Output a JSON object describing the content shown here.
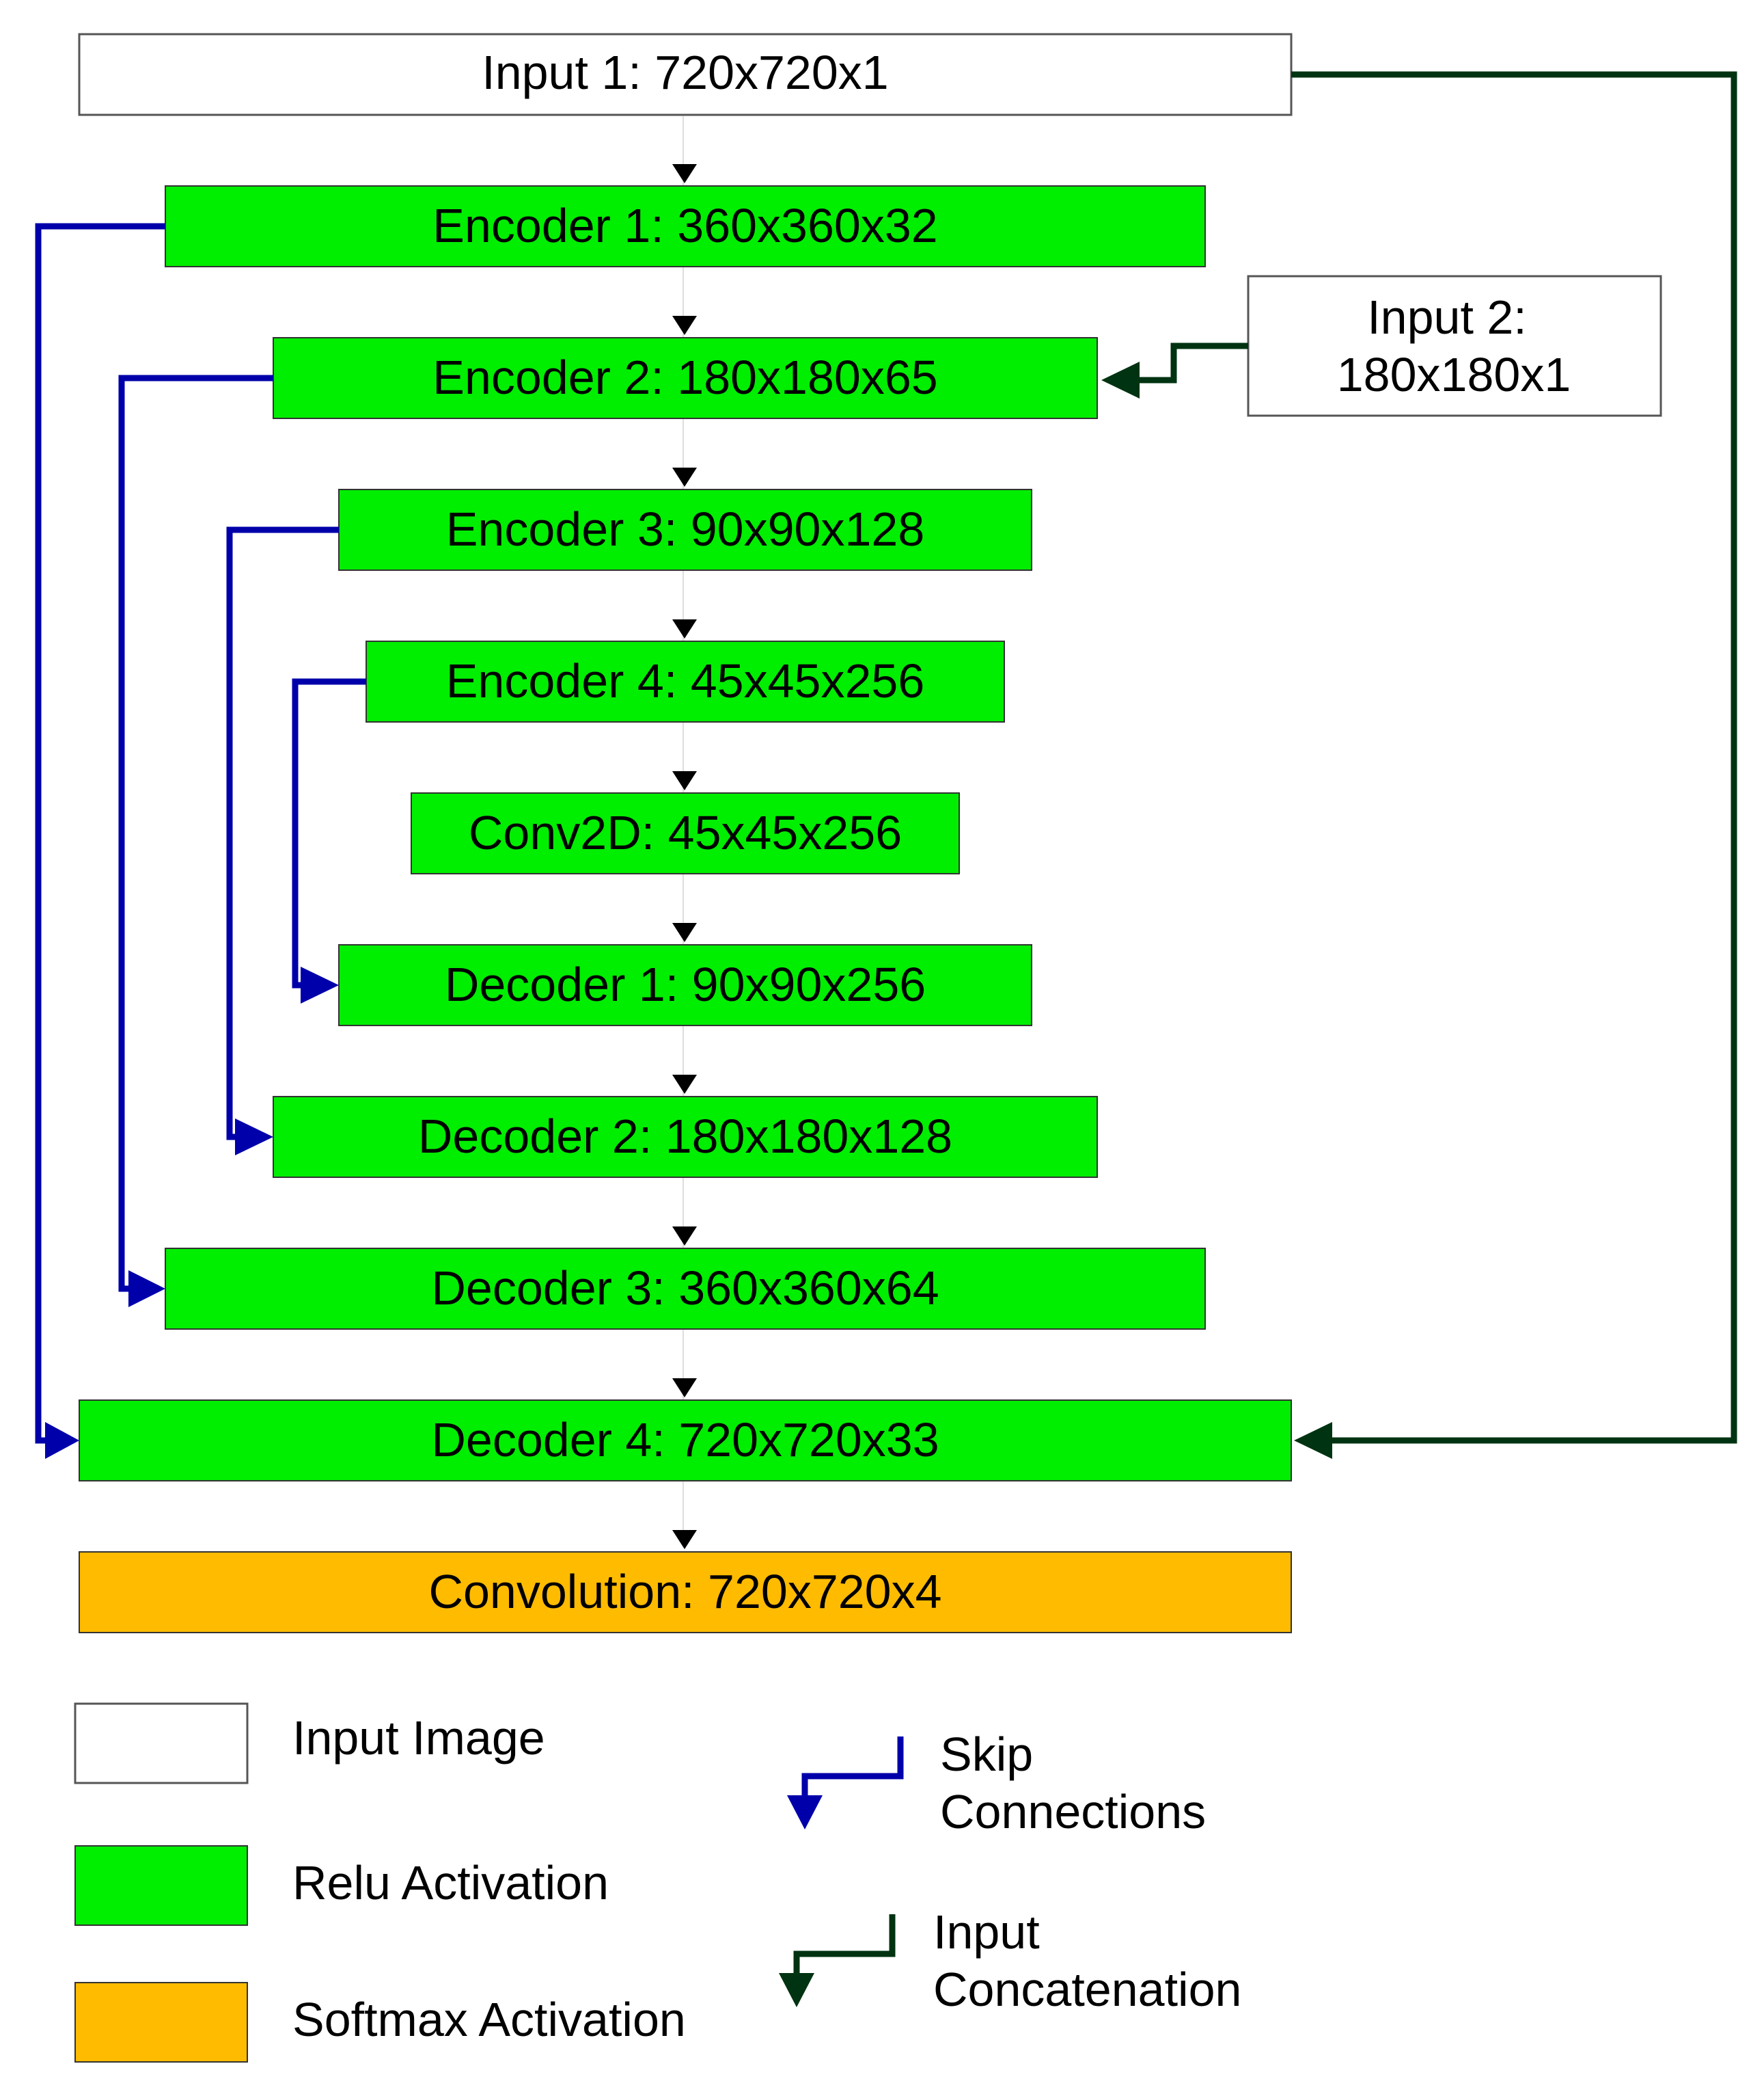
{
  "colors": {
    "input": "#ffffff",
    "relu": "#00ee00",
    "softmax": "#ffbb00",
    "skip": "#0000aa",
    "concat": "#003311",
    "flow": "#000000"
  },
  "blocks": [
    {
      "id": "input1",
      "label": "Input 1: 720x720x1",
      "kind": "input"
    },
    {
      "id": "encoder1",
      "label": "Encoder 1: 360x360x32",
      "kind": "relu"
    },
    {
      "id": "encoder2",
      "label": "Encoder 2: 180x180x65",
      "kind": "relu"
    },
    {
      "id": "encoder3",
      "label": "Encoder 3: 90x90x128",
      "kind": "relu"
    },
    {
      "id": "encoder4",
      "label": "Encoder 4: 45x45x256",
      "kind": "relu"
    },
    {
      "id": "conv2d",
      "label": "Conv2D: 45x45x256",
      "kind": "relu"
    },
    {
      "id": "decoder1",
      "label": "Decoder 1: 90x90x256",
      "kind": "relu"
    },
    {
      "id": "decoder2",
      "label": "Decoder 2: 180x180x128",
      "kind": "relu"
    },
    {
      "id": "decoder3",
      "label": "Decoder 3: 360x360x64",
      "kind": "relu"
    },
    {
      "id": "decoder4",
      "label": "Decoder 4: 720x720x33",
      "kind": "relu"
    },
    {
      "id": "convolution",
      "label": "Convolution: 720x720x4",
      "kind": "softmax"
    }
  ],
  "input2": {
    "line1": "Input 2:",
    "line2": "180x180x1"
  },
  "legend": {
    "input_image": "Input Image",
    "relu": "Relu Activation",
    "softmax": "Softmax Activation",
    "skip_line1": "Skip",
    "skip_line2": "Connections",
    "concat_line1": "Input",
    "concat_line2": "Concatenation"
  }
}
